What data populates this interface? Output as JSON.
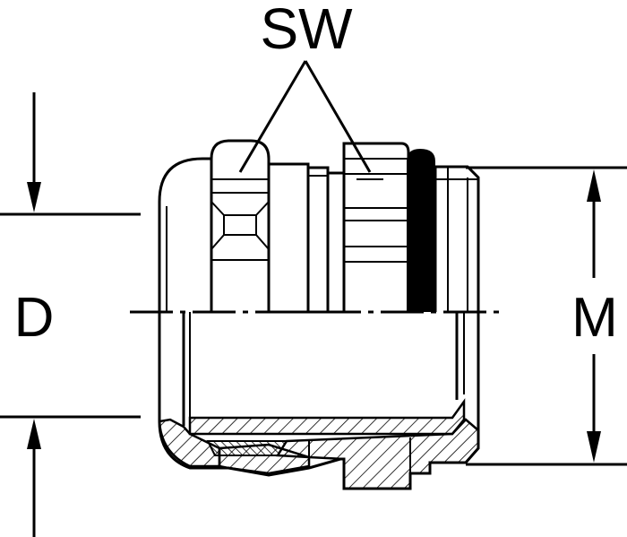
{
  "labels": {
    "wrench_size": "SW",
    "diameter": "D",
    "thread": "M"
  },
  "colors": {
    "ink": "#000000",
    "paper": "#ffffff"
  }
}
